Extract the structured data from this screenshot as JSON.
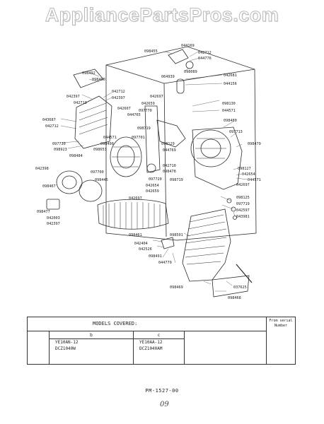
{
  "watermark": "AppliancePartsPros.com",
  "part_labels": {
    "p1": "044169",
    "p2": "098455",
    "p3": "042712",
    "p4": "044776",
    "p5": "098089",
    "p6": "064939",
    "p7": "042681",
    "p8": "044156",
    "p9": "098492",
    "p10": "098400",
    "p11": "042712",
    "p12": "042397",
    "p13": "042397",
    "p14": "042713",
    "p15": "042697",
    "p16": "042659",
    "p17": "097770",
    "p18": "098130",
    "p19": "044571",
    "p20": "043687",
    "p21": "042712",
    "p22": "042607",
    "p23": "044765",
    "p24": "098480",
    "p25": "098719",
    "p26": "097713",
    "p27": "044571",
    "p28": "097701",
    "p29": "097730",
    "p30": "098129",
    "p31": "098923",
    "p32": "098490",
    "p33": "098653",
    "p34": "044769",
    "p35": "098479",
    "p36": "098484",
    "p37": "042398",
    "p38": "042710",
    "p39": "098127",
    "p40": "097700",
    "p41": "098478",
    "p42": "042654",
    "p43": "098445",
    "p44": "097720",
    "p45": "098719",
    "p46": "042697",
    "p47": "044571",
    "p48": "098467",
    "p49": "042654",
    "p50": "042697",
    "p51": "042659",
    "p52": "098125",
    "p53": "097719",
    "p54": "098477",
    "p55": "042597",
    "p56": "042003",
    "p57": "043981",
    "p58": "042397",
    "p59": "098461",
    "p60": "098501",
    "p61": "042404",
    "p62": "042526",
    "p63": "098491",
    "p64": "044779",
    "p65": "098469",
    "p66": "037625",
    "p67": "098468"
  },
  "models_table": {
    "heading": "MODELS COVERED:",
    "serial_header": "From serial Number",
    "col_b": "b",
    "col_c": "c",
    "b_models": [
      "YE10AN-12",
      "DCZ1040W"
    ],
    "c_models": [
      "YE10AA-12",
      "DCZ1040AM"
    ]
  },
  "footer_code": "PM-1527-00",
  "page_mark": "09"
}
